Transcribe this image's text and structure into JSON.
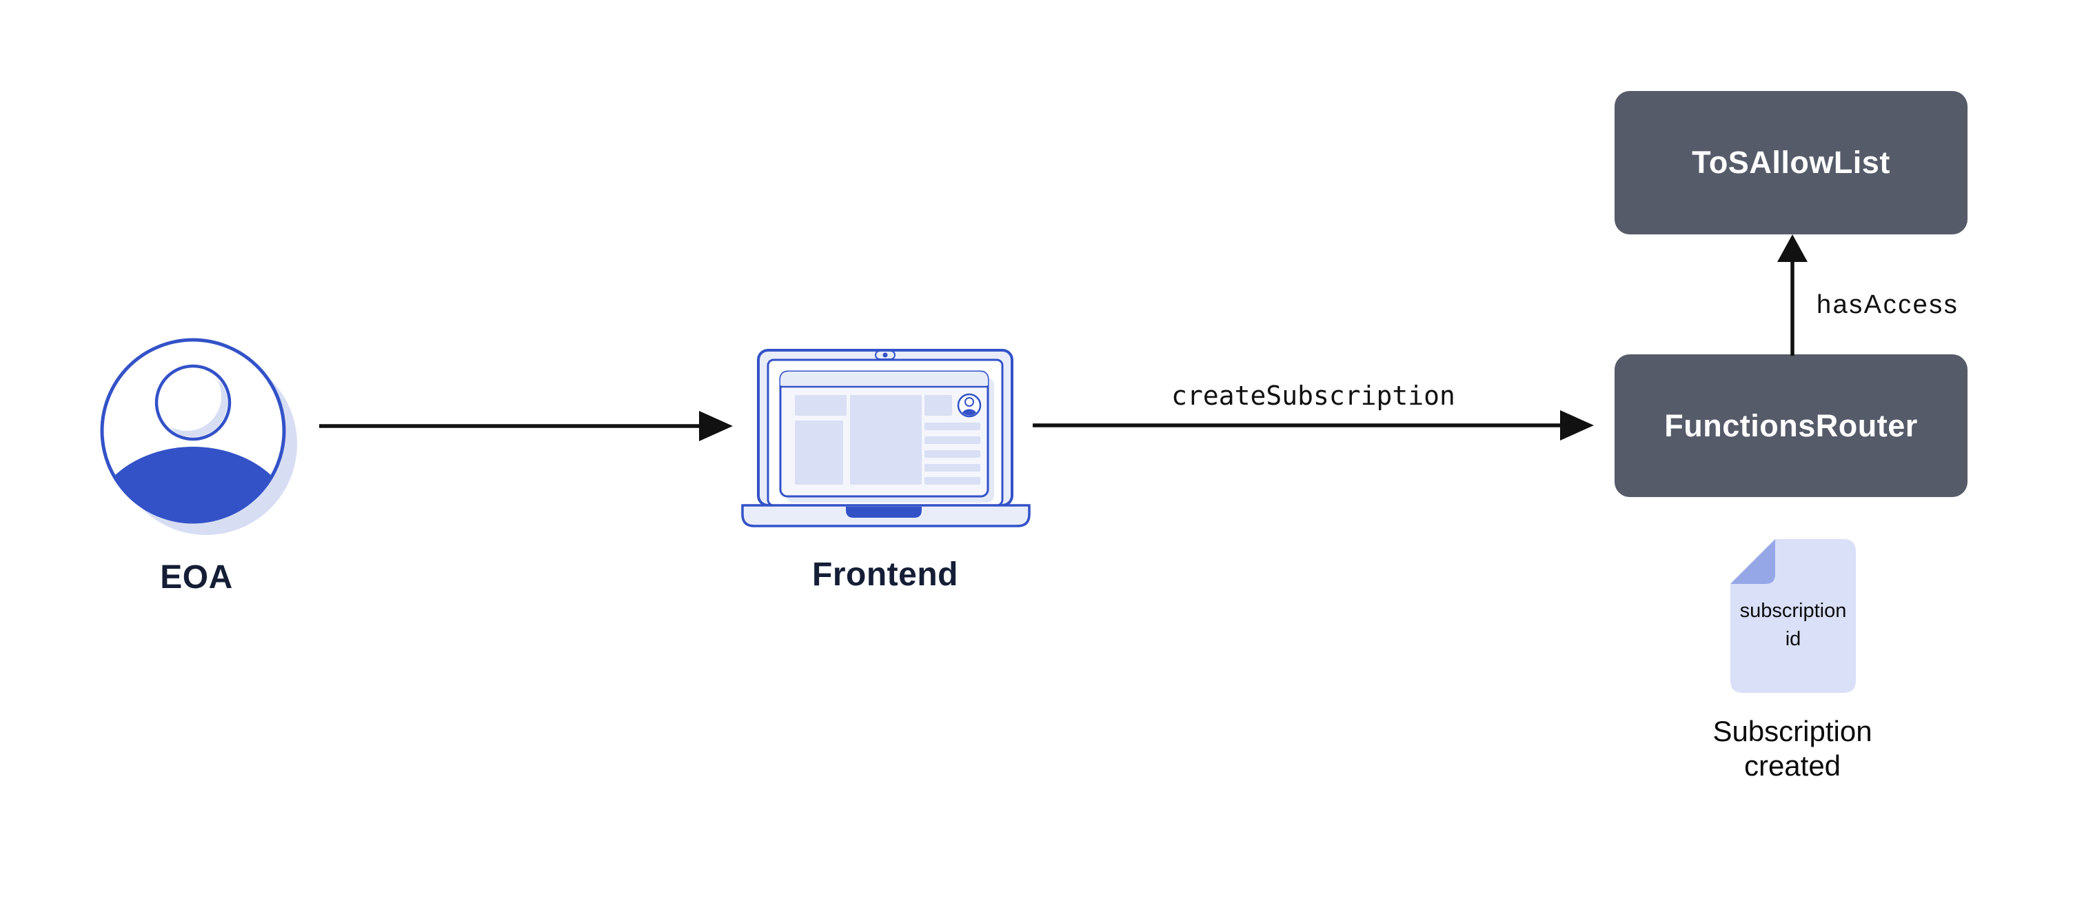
{
  "diagram": {
    "background": "#ffffff",
    "colors": {
      "accent_blue": "#3352C8",
      "laptop_body_fill": "#E9EDFA",
      "screen_block_fill": "#D9E0F5",
      "soft_shadow": "#D7DEF4",
      "contract_box_fill": "#565B6A",
      "contract_box_text": "#FFFFFF",
      "node_label_color": "#151E36",
      "arrow_color": "#111111",
      "doc_fill": "#D9E0F8",
      "doc_fold": "#96A7E8"
    },
    "nodes": {
      "eoa": {
        "label": "EOA",
        "icon": "user-avatar-icon"
      },
      "frontend": {
        "label": "Frontend",
        "icon": "laptop-icon"
      },
      "functions_router": {
        "label": "FunctionsRouter"
      },
      "tos_allow_list": {
        "label": "ToSAllowList"
      }
    },
    "edges": {
      "frontend_to_functions_router": {
        "label": "createSubscription"
      },
      "functions_router_to_tos_allow_list": {
        "label": "hasAccess"
      }
    },
    "artifacts": {
      "subscription_doc": {
        "text": "subscription\nid",
        "caption": "Subscription\ncreated"
      }
    }
  }
}
